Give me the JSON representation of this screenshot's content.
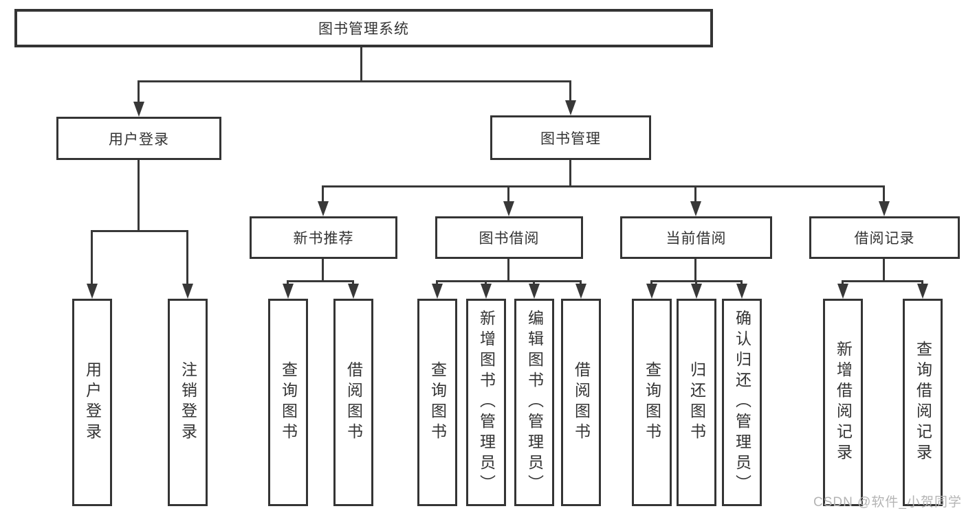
{
  "diagram": {
    "root": "图书管理系统",
    "level2": {
      "user_login": "用户登录",
      "book_management": "图书管理"
    },
    "level3": {
      "new_book_recommend": "新书推荐",
      "book_borrow": "图书借阅",
      "current_borrow": "当前借阅",
      "borrow_records": "借阅记录"
    },
    "leaves": {
      "login": [
        "用户登录",
        "注销登录"
      ],
      "recommend": [
        "查询图书",
        "借阅图书"
      ],
      "borrow": [
        "查询图书",
        "新增图书（管理员）",
        "编辑图书（管理员）",
        "借阅图书"
      ],
      "current": [
        "查询图书",
        "归还图书",
        "确认归还（管理员）"
      ],
      "records": [
        "新增借阅记录",
        "查询借阅记录"
      ]
    }
  },
  "watermark": "CSDN @软件_小贺同学",
  "colors": {
    "line": "#383838",
    "text": "#333333",
    "background": "#ffffff",
    "watermark": "#b4b4b4"
  }
}
